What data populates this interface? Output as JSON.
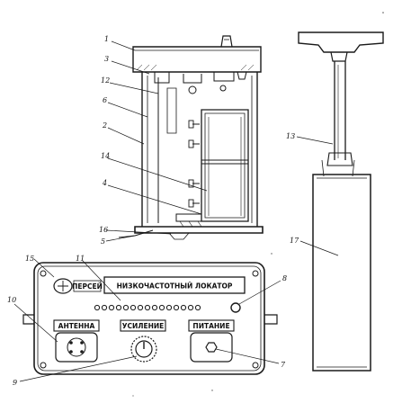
{
  "callouts": {
    "c1": "1",
    "c3": "3",
    "c12": "12",
    "c6": "6",
    "c2": "2",
    "c14": "14",
    "c4": "4",
    "c16": "16",
    "c5": "5",
    "c13": "13",
    "c17": "17",
    "c15": "15",
    "c11": "11",
    "c8": "8",
    "c10": "10",
    "c9": "9",
    "c7": "7"
  },
  "panel": {
    "title": "НИЗКОЧАСТОТНЫЙ ЛОКАТОР",
    "brand": "ПЕРСЕЙ",
    "antenna_label": "АНТЕННА",
    "gain_label": "УСИЛЕНИЕ",
    "power_label": "ПИТАНИЕ"
  }
}
